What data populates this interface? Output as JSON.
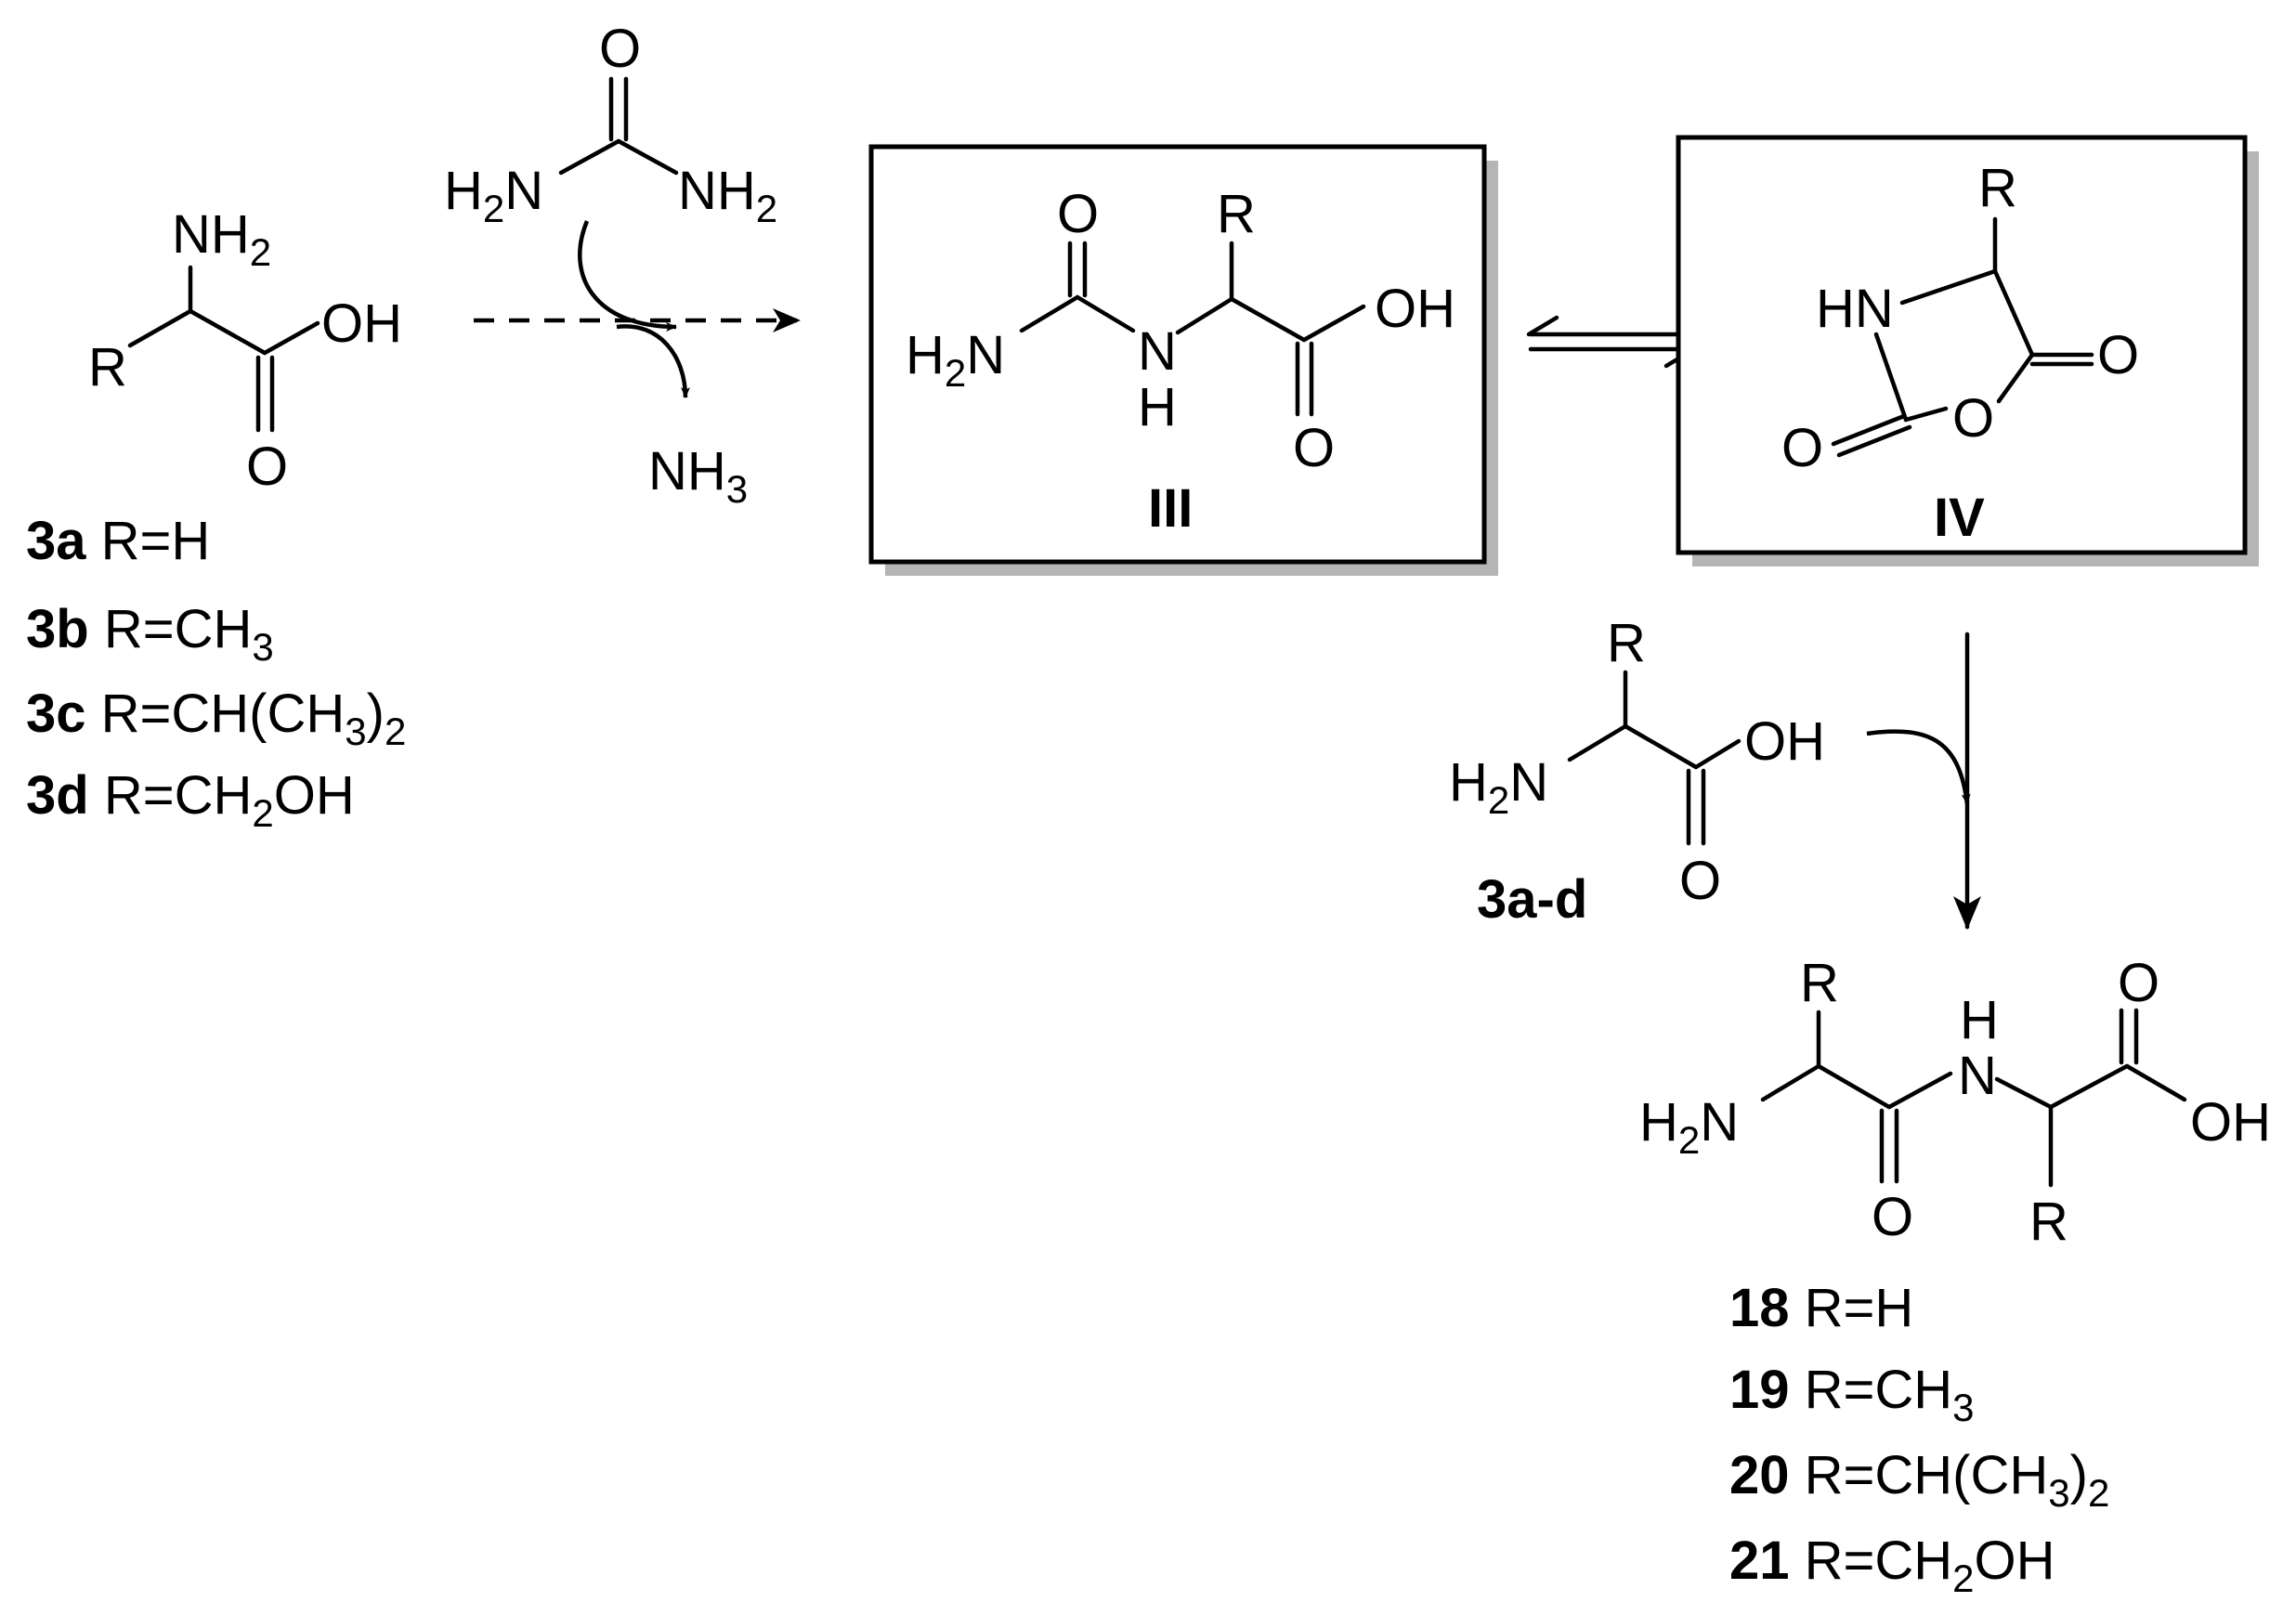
{
  "reactant_amino_acid": {
    "amine": [
      "NH",
      "2"
    ],
    "acid_oh": "OH",
    "carbonyl_o": "O",
    "substituent": "R"
  },
  "reactant_list": [
    {
      "id": "3a",
      "prefix": "R=H",
      "sub": "",
      "suffix": ""
    },
    {
      "id": "3b",
      "prefix": "R=CH",
      "sub": "3",
      "suffix": ""
    },
    {
      "id": "3c",
      "prefix": "R=CH(CH",
      "sub": "3",
      "suffix": ")",
      "sub2": "2"
    },
    {
      "id": "3d",
      "prefix": "R=CH",
      "sub": "2",
      "suffix": "OH"
    }
  ],
  "urea": {
    "carbonyl_o": "O",
    "amine_left": [
      "H",
      "2",
      "N"
    ],
    "amine_right": [
      "NH",
      "2"
    ]
  },
  "byproduct": [
    "NH",
    "3"
  ],
  "intermediate_III": {
    "label": "III",
    "carbonyl_o": "O",
    "amine": [
      "H",
      "2",
      "N"
    ],
    "nh": "N",
    "nh_h": "H",
    "substituent": "R",
    "acid_oh": "OH",
    "acid_o": "O"
  },
  "intermediate_IV": {
    "label": "IV",
    "substituent": "R",
    "hn": "HN",
    "exo_o_right": "O",
    "exo_o_left": "O",
    "ring_o": "O"
  },
  "second_amino_acid": {
    "label": "3a-d",
    "substituent": "R",
    "amine": [
      "H",
      "2",
      "N"
    ],
    "acid_oh": "OH",
    "carbonyl_o": "O"
  },
  "product": {
    "substituent_left": "R",
    "substituent_right": "R",
    "amine": [
      "H",
      "2",
      "N"
    ],
    "nh_h": "H",
    "nh": "N",
    "amide_o": "O",
    "acid_o": "O",
    "acid_oh": "OH"
  },
  "product_list": [
    {
      "id": "18",
      "prefix": "R=H",
      "sub": "",
      "suffix": ""
    },
    {
      "id": "19",
      "prefix": "R=CH",
      "sub": "3",
      "suffix": ""
    },
    {
      "id": "20",
      "prefix": "R=CH(CH",
      "sub": "3",
      "suffix": ")",
      "sub2": "2"
    },
    {
      "id": "21",
      "prefix": "R=CH",
      "sub": "2",
      "suffix": "OH"
    }
  ]
}
